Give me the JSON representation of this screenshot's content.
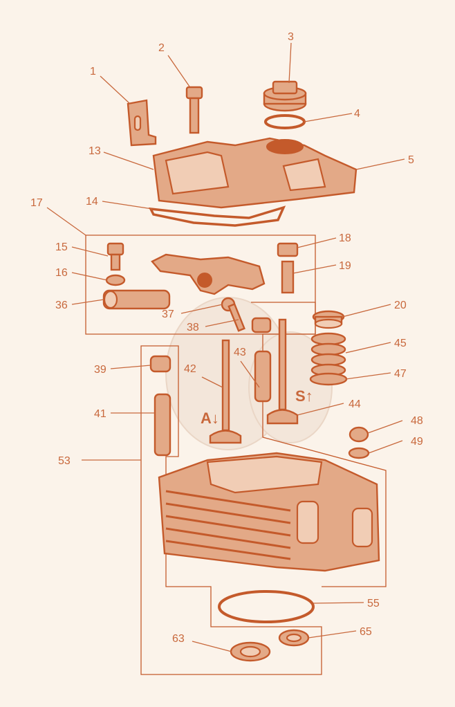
{
  "labels": [
    "1",
    "2",
    "3",
    "4",
    "5",
    "13",
    "14",
    "17",
    "15",
    "16",
    "36",
    "18",
    "19",
    "20",
    "37",
    "38",
    "45",
    "47",
    "39",
    "42",
    "43",
    "41",
    "44",
    "48",
    "49",
    "53",
    "55",
    "63",
    "65"
  ],
  "arrow_labels": {
    "intake": "A↓",
    "exhaust": "S↑"
  },
  "colors": {
    "line": "#c45a2b",
    "fill": "#e3a987",
    "background": "#fbf3ea"
  }
}
